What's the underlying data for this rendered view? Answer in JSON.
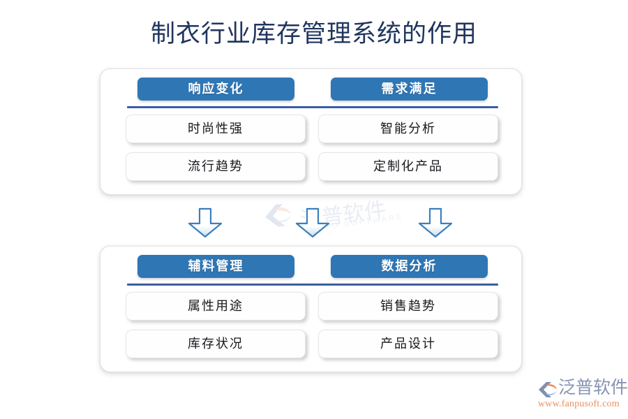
{
  "page": {
    "title": "制衣行业库存管理系统的作用",
    "background_color": "#ffffff",
    "title_color": "#20355e"
  },
  "colors": {
    "chip_blue": "#2f76b5",
    "divider_navy": "#3c5ca0",
    "arrow_stroke": "#3c7fbe",
    "arrow_fill": "#ffffff",
    "item_text": "#17181c",
    "brand_text": "#8794b4",
    "brand_url": "#e98f5a",
    "brand_accent": "#e98f5a"
  },
  "panels": [
    {
      "id": "panel-top",
      "columns": [
        {
          "header": "响应变化",
          "items": [
            "时尚性强",
            "流行趋势"
          ]
        },
        {
          "header": "需求满足",
          "items": [
            "智能分析",
            "定制化产品"
          ]
        }
      ]
    },
    {
      "id": "panel-bottom",
      "columns": [
        {
          "header": "辅料管理",
          "items": [
            "属性用途",
            "库存状况"
          ]
        },
        {
          "header": "数据分析",
          "items": [
            "销售趋势",
            "产品设计"
          ]
        }
      ]
    }
  ],
  "arrows": [
    {
      "name": "arrow-left",
      "direction": "down"
    },
    {
      "name": "arrow-center",
      "direction": "down"
    },
    {
      "name": "arrow-right",
      "direction": "down"
    }
  ],
  "watermark": {
    "text": "泛普软件",
    "subtext": "FANPU SOFTWARE"
  },
  "brand": {
    "name": "泛普软件",
    "url": "www.fanpusoft.com"
  }
}
